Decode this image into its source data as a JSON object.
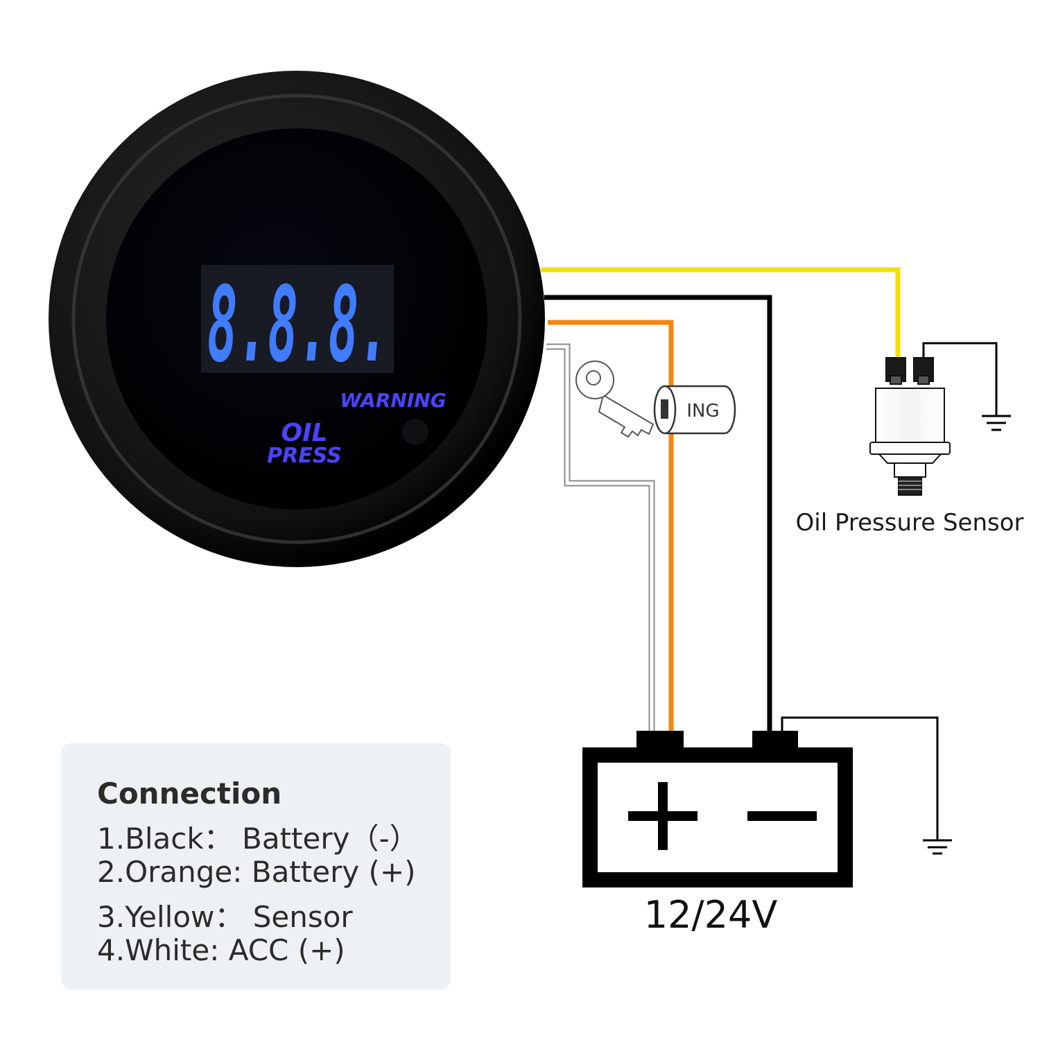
{
  "gauge": {
    "display_digits": "8.8.8.",
    "warning_label": "WARNING",
    "name_line1": "OIL",
    "name_line2": "PRESS",
    "display_color": "#3f7cff",
    "label_color": "#4a44ff"
  },
  "ignition": {
    "label": "ING"
  },
  "sensor": {
    "label": "Oil Pressure Sensor"
  },
  "battery": {
    "positive_symbol": "+",
    "negative_symbol": "−",
    "voltage_label": "12/24V"
  },
  "wires": {
    "yellow": "#f5e000",
    "black": "#000000",
    "orange": "#f7860f",
    "white": "#ffffff"
  },
  "legend": {
    "title": "Connection",
    "items": [
      {
        "text": "1.Black： Battery（-）"
      },
      {
        "text": "2.Orange: Battery (+)"
      },
      {
        "text": "3.Yellow： Sensor"
      },
      {
        "text": "4.White: ACC (+)"
      }
    ]
  }
}
